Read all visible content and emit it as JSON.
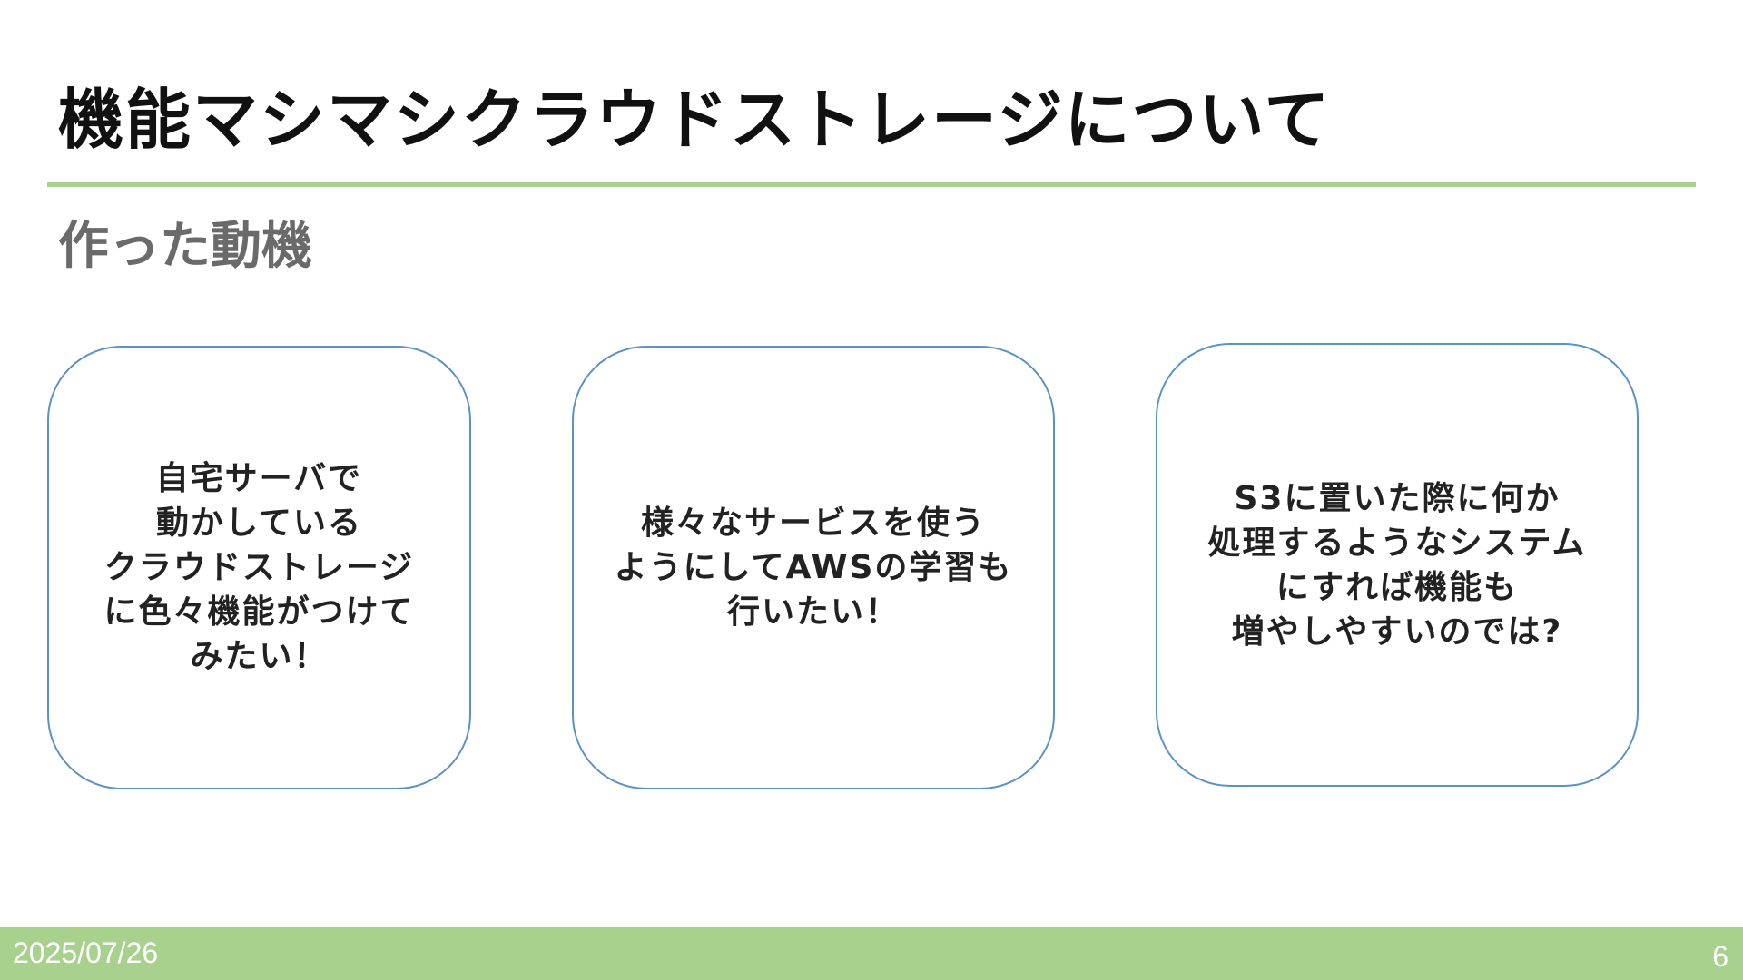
{
  "slide": {
    "title": "機能マシマシクラウドストレージについて",
    "subtitle": "作った動機",
    "accent_color": "#a9d18e",
    "card_border_color": "#5b92c4"
  },
  "cards": [
    {
      "lines": [
        "自宅サーバで",
        "動かしている",
        "クラウドストレージ",
        "に色々機能がつけて",
        "みたい！"
      ]
    },
    {
      "lines": [
        "様々なサービスを使う",
        "ようにしてAWSの学習も",
        "行いたい！"
      ]
    },
    {
      "lines": [
        "S3に置いた際に何か",
        "処理するようなシステム",
        "にすれば機能も",
        "増やしやすいのでは?"
      ]
    }
  ],
  "footer": {
    "date": "2025/07/26",
    "page_number": "6"
  }
}
